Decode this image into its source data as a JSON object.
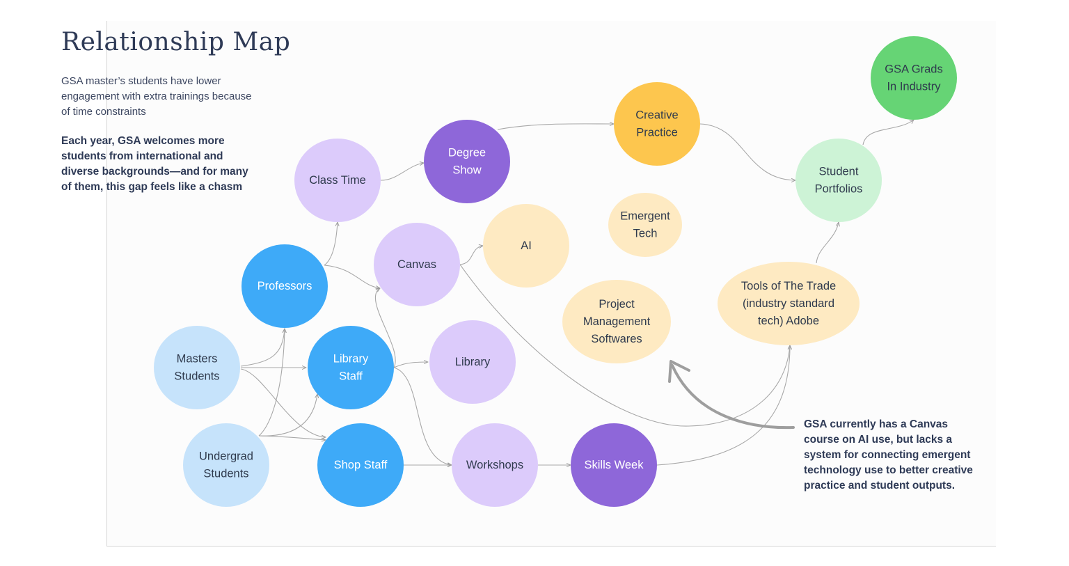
{
  "header": {
    "title": "Relationship Map",
    "intro": "GSA master’s students have lower engagement with extra trainings because of time constraints",
    "emphasis": "Each year, GSA welcomes more students from international and diverse backgrounds—and for many of them, this gap feels like a chasm"
  },
  "callout": {
    "text": "GSA currently has a Canvas course on AI use, but lacks a system for connecting emergent technology use to better creative practice and student outputs."
  },
  "colors": {
    "light_blue": "#c6e3fb",
    "blue": "#3eaaf8",
    "light_purple": "#dccbfb",
    "purple": "#8e67d9",
    "orange": "#fdc64e",
    "cream": "#feeac2",
    "light_green": "#cdf3d6",
    "green": "#66d475",
    "dark_text": "#2f3a4d"
  },
  "nodes": [
    {
      "id": "masters",
      "label": [
        "Masters",
        "Students"
      ],
      "fill": "light_blue",
      "text": "dark"
    },
    {
      "id": "undergrad",
      "label": [
        "Undergrad",
        "Students"
      ],
      "fill": "light_blue",
      "text": "dark"
    },
    {
      "id": "professors",
      "label": [
        "Professors"
      ],
      "fill": "blue",
      "text": "light"
    },
    {
      "id": "library_staff",
      "label": [
        "Library",
        "Staff"
      ],
      "fill": "blue",
      "text": "light"
    },
    {
      "id": "shop_staff",
      "label": [
        "Shop Staff"
      ],
      "fill": "blue",
      "text": "light"
    },
    {
      "id": "class_time",
      "label": [
        "Class Time"
      ],
      "fill": "light_purple",
      "text": "dark"
    },
    {
      "id": "canvas",
      "label": [
        "Canvas"
      ],
      "fill": "light_purple",
      "text": "dark"
    },
    {
      "id": "library",
      "label": [
        "Library"
      ],
      "fill": "light_purple",
      "text": "dark"
    },
    {
      "id": "workshops",
      "label": [
        "Workshops"
      ],
      "fill": "light_purple",
      "text": "dark"
    },
    {
      "id": "degree_show",
      "label": [
        "Degree",
        "Show"
      ],
      "fill": "purple",
      "text": "light"
    },
    {
      "id": "skills_week",
      "label": [
        "Skills Week"
      ],
      "fill": "purple",
      "text": "light"
    },
    {
      "id": "creative_practice",
      "label": [
        "Creative",
        "Practice"
      ],
      "fill": "orange",
      "text": "dark"
    },
    {
      "id": "ai",
      "label": [
        "AI"
      ],
      "fill": "cream",
      "text": "dark"
    },
    {
      "id": "emergent_tech",
      "label": [
        "Emergent",
        "Tech"
      ],
      "fill": "cream",
      "text": "dark"
    },
    {
      "id": "project_mgmt",
      "label": [
        "Project",
        "Management",
        "Softwares"
      ],
      "fill": "cream",
      "text": "dark"
    },
    {
      "id": "tools_trade",
      "label": [
        "Tools of The Trade",
        "(industry standard",
        "tech) Adobe"
      ],
      "fill": "cream",
      "text": "dark"
    },
    {
      "id": "portfolios",
      "label": [
        "Student",
        "Portfolios"
      ],
      "fill": "light_green",
      "text": "dark"
    },
    {
      "id": "grads",
      "label": [
        "GSA Grads",
        "In Industry"
      ],
      "fill": "green",
      "text": "dark"
    }
  ],
  "edges": [
    {
      "from": "masters",
      "to": "professors"
    },
    {
      "from": "masters",
      "to": "library_staff"
    },
    {
      "from": "masters",
      "to": "shop_staff"
    },
    {
      "from": "undergrad",
      "to": "professors"
    },
    {
      "from": "undergrad",
      "to": "library_staff"
    },
    {
      "from": "undergrad",
      "to": "shop_staff"
    },
    {
      "from": "professors",
      "to": "class_time"
    },
    {
      "from": "professors",
      "to": "canvas"
    },
    {
      "from": "library_staff",
      "to": "library"
    },
    {
      "from": "library_staff",
      "to": "canvas"
    },
    {
      "from": "library_staff",
      "to": "workshops"
    },
    {
      "from": "shop_staff",
      "to": "workshops"
    },
    {
      "from": "class_time",
      "to": "degree_show"
    },
    {
      "from": "degree_show",
      "to": "creative_practice"
    },
    {
      "from": "creative_practice",
      "to": "portfolios"
    },
    {
      "from": "canvas",
      "to": "ai"
    },
    {
      "from": "canvas",
      "to": "tools_trade"
    },
    {
      "from": "workshops",
      "to": "skills_week"
    },
    {
      "from": "skills_week",
      "to": "tools_trade"
    },
    {
      "from": "tools_trade",
      "to": "portfolios"
    },
    {
      "from": "portfolios",
      "to": "grads"
    }
  ]
}
